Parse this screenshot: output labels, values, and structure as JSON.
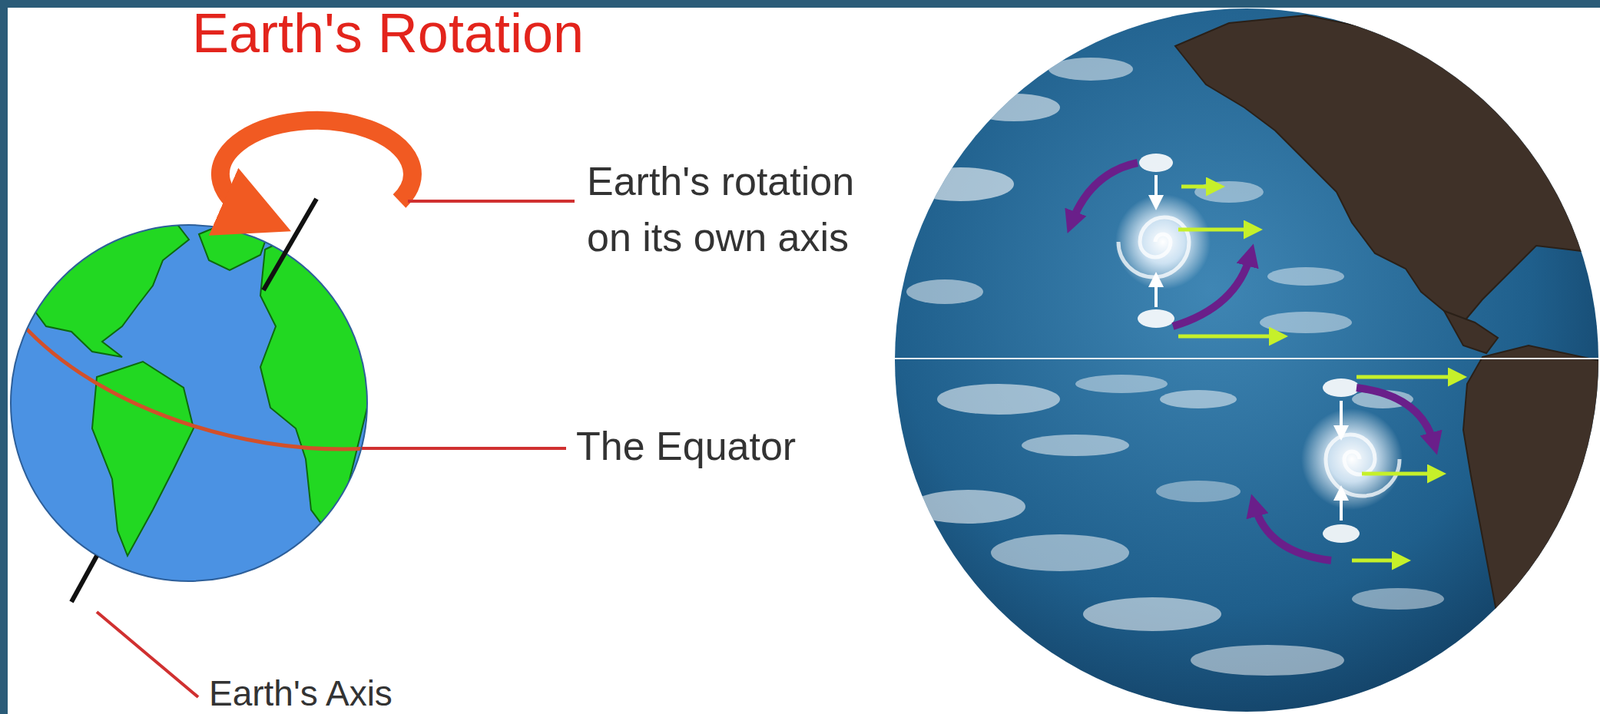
{
  "diagram": {
    "title": "Earth's Rotation",
    "labels": [
      "Earth's rotation on its own axis",
      "The Equator",
      "Earth's Axis"
    ]
  }
}
